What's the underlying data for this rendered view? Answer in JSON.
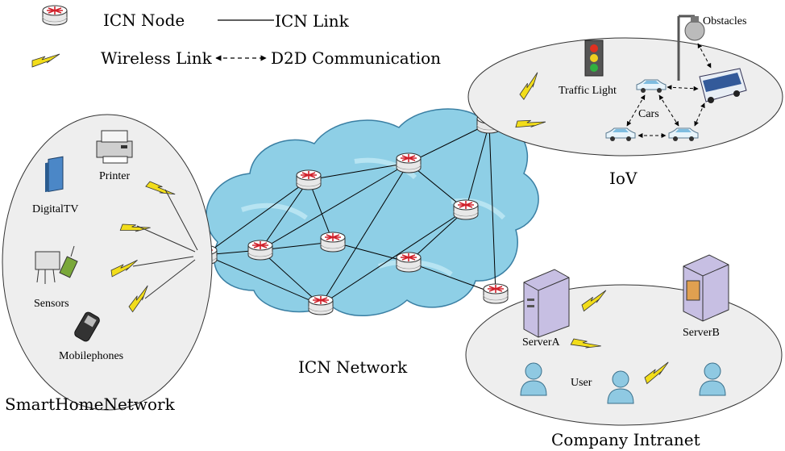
{
  "legend": {
    "icn_node": "ICN Node",
    "icn_link": "ICN Link",
    "wireless_link": "Wireless Link",
    "d2d": "D2D Communication"
  },
  "regions": {
    "smart_home": "SmartHomeNetwork",
    "icn_network": "ICN Network",
    "iov": "IoV",
    "company": "Company Intranet"
  },
  "devices": {
    "printer": "Printer",
    "digital_tv": "DigitalTV",
    "sensors": "Sensors",
    "mobile": "Mobilephones",
    "obstacles": "Obstacles",
    "traffic_light": "Traffic Light",
    "cars": "Cars",
    "server_a": "ServerA",
    "server_b": "ServerB",
    "user": "User"
  },
  "colors": {
    "cloud": "#8ecfe6",
    "cloud_stroke": "#3a7fa3",
    "lightning": "#f2dd1a",
    "router_x": "#d0202a",
    "user": "#8fc9e2",
    "server": "#c7bfe3"
  }
}
